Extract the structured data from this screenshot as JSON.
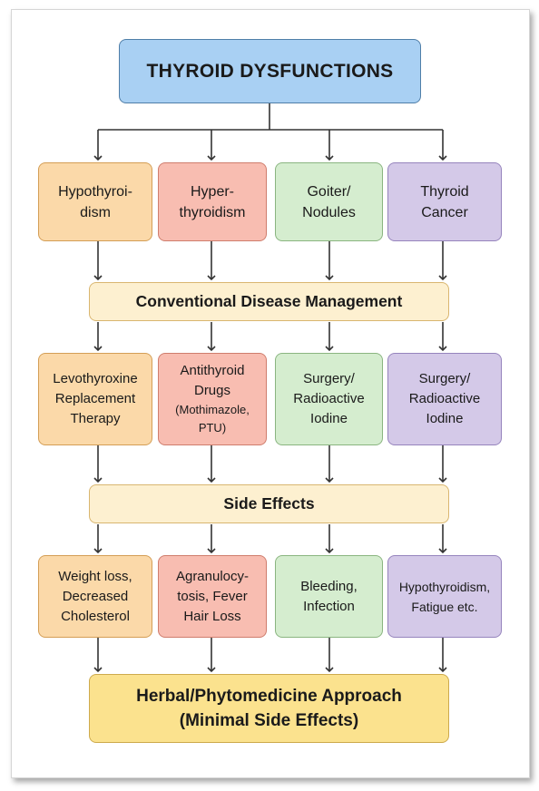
{
  "title": "THYROID DYSFUNCTIONS",
  "conditions": [
    "Hypothyroi-\ndism",
    "Hyper-\nthyroidism",
    "Goiter/\nNodules",
    "Thyroid\nCancer"
  ],
  "management_label": "Conventional Disease Management",
  "treatments": [
    {
      "main": "Levothyroxine\nReplacement\nTherapy",
      "sub": ""
    },
    {
      "main": "Antithyroid\nDrugs",
      "sub": "(Mothimazole,\nPTU)"
    },
    {
      "main": "Surgery/\nRadioactive\nIodine",
      "sub": ""
    },
    {
      "main": "Surgery/\nRadioactive\nIodine",
      "sub": ""
    }
  ],
  "side_effects_label": "Side Effects",
  "side_effects": [
    "Weight loss,\nDecreased\nCholesterol",
    "Agranulocy-\ntosis, Fever\nHair Loss",
    "Bleeding,\nInfection",
    "Hypothyroidism,\nFatigue etc."
  ],
  "final_label": "Herbal/Phytomedicine Approach\n(Minimal Side Effects)",
  "colors": {
    "title_fill": "#a9d0f3",
    "hypothyroidism_fill": "#fbd9a9",
    "hyperthyroidism_fill": "#f8bdb1",
    "goiter_fill": "#d5edcf",
    "cancer_fill": "#d4c9e8",
    "band_fill": "#fdf0d0",
    "final_fill": "#fbe28e",
    "arrow": "#333333"
  }
}
